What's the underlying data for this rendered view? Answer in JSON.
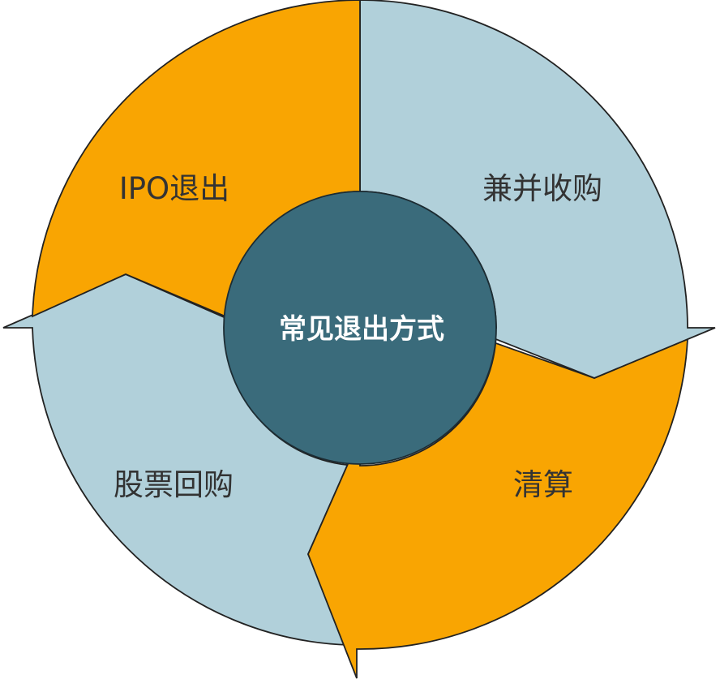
{
  "diagram": {
    "center": {
      "label": "常见退出方式",
      "color": "#3a6b7b"
    },
    "segments": [
      {
        "key": "ipo",
        "label": "IPO退出",
        "color": "#f9a502"
      },
      {
        "key": "merger",
        "label": "兼并收购",
        "color": "#b1d0da"
      },
      {
        "key": "liquidation",
        "label": "清算",
        "color": "#f9a502"
      },
      {
        "key": "buyback",
        "label": "股票回购",
        "color": "#b1d0da"
      }
    ]
  }
}
